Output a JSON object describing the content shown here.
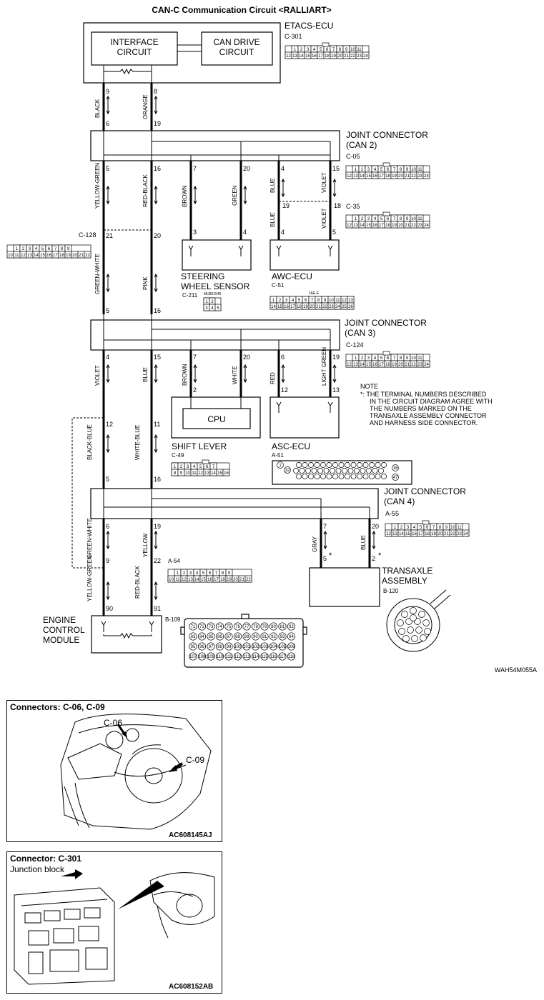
{
  "title": "CAN-C Communication Circuit <RALLIART>",
  "diagram_code": "WAH54M055A",
  "etacs": {
    "name": "ETACS-ECU",
    "connector": "C-301",
    "interface": [
      "INTERFACE",
      "CIRCUIT"
    ],
    "candrive": [
      "CAN DRIVE",
      "CIRCUIT"
    ],
    "pins": [
      "9",
      "8"
    ],
    "wire_left": "BLACK",
    "wire_right": "ORANGE",
    "pins_low": [
      "6",
      "19"
    ],
    "pins_top": [
      "1",
      "2",
      "3",
      "4",
      "5",
      "6",
      "7",
      "8",
      "9",
      "10",
      "11"
    ],
    "pins_bottom": [
      "12",
      "13",
      "14",
      "15",
      "16",
      "17",
      "18",
      "19",
      "20",
      "21",
      "22",
      "23",
      "24"
    ]
  },
  "jc2": {
    "name": [
      "JOINT CONNECTOR",
      "(CAN 2)"
    ],
    "connector": "C-05",
    "connector2": "C-35",
    "pins": [
      "5",
      "16",
      "7",
      "20",
      "4",
      "15"
    ],
    "pins_lower": [
      "19",
      "18"
    ],
    "wires": [
      "YELLOW-GREEN",
      "RED-BLACK",
      "BROWN",
      "GREEN",
      "BLUE",
      "VIOLET"
    ],
    "wires_lower": [
      "BLUE",
      "VIOLET"
    ],
    "pins_top": [
      "1",
      "2",
      "3",
      "4",
      "5",
      "6",
      "7",
      "8",
      "9",
      "10",
      "11"
    ],
    "pins_bottom": [
      "12",
      "13",
      "14",
      "15",
      "16",
      "17",
      "18",
      "19",
      "20",
      "21",
      "22",
      "23",
      "24"
    ]
  },
  "c128": {
    "name": "C-128",
    "pins": [
      "21",
      "20"
    ],
    "wires": [
      "GREEN-WHITE",
      "PINK"
    ],
    "pins_low": [
      "5",
      "16"
    ],
    "pins_top": [
      "1",
      "2",
      "3",
      "4",
      "5",
      "6",
      "7",
      "8",
      "9"
    ],
    "pins_bottom": [
      "10",
      "11",
      "12",
      "13",
      "14",
      "15",
      "16",
      "17",
      "18",
      "19",
      "20",
      "21",
      "22"
    ]
  },
  "steering": {
    "name": [
      "STEERING",
      "WHEEL SENSOR"
    ],
    "connector": "C-211",
    "part": "MU801545",
    "pins": [
      "3",
      "4"
    ],
    "cells": [
      "1",
      "2",
      "3",
      "4",
      "5"
    ]
  },
  "awc": {
    "name": "AWC-ECU",
    "connector": "C-51",
    "pins": [
      "4",
      "5"
    ],
    "label": "JAE-E",
    "pins_top": [
      "1",
      "2",
      "3",
      "4",
      "5",
      "6",
      "7",
      "8",
      "9",
      "10",
      "11",
      "12",
      "13"
    ],
    "pins_bottom": [
      "14",
      "15",
      "16",
      "17",
      "18",
      "19",
      "20",
      "21",
      "22",
      "23",
      "24",
      "25",
      "26"
    ]
  },
  "jc3": {
    "name": [
      "JOINT CONNECTOR",
      "(CAN 3)"
    ],
    "connector": "C-124",
    "pins": [
      "4",
      "15",
      "7",
      "20",
      "6",
      "19"
    ],
    "wires": [
      "VIOLET",
      "BLUE",
      "BROWN",
      "WHITE",
      "RED",
      "LIGHT GREEN"
    ]
  },
  "note": {
    "head": "NOTE",
    "lines": [
      "*: THE TERMINAL NUMBERS DESCRIBED",
      "IN THE CIRCUIT DIAGRAM AGREE WITH",
      "THE NUMBERS MARKED ON THE",
      "TRANSAXLE ASSEMBLY CONNECTOR",
      "AND HARNESS SIDE CONNECTOR."
    ]
  },
  "shift": {
    "name": "SHIFT LEVER",
    "cpu": "CPU",
    "connector": "C-49",
    "pins": [
      "2"
    ],
    "pins_top": [
      "1",
      "2",
      "3",
      "4",
      "5",
      "6",
      "7"
    ],
    "pins_bottom": [
      "8",
      "9",
      "10",
      "11",
      "12",
      "13",
      "14",
      "15",
      "16"
    ]
  },
  "asc": {
    "name": "ASC-ECU",
    "connector": "A-51",
    "pins": [
      "12",
      "13"
    ],
    "side_pins": [
      "1",
      "32",
      "16",
      "47"
    ]
  },
  "a54": {
    "pins_upper": [
      "12",
      "11"
    ],
    "wires": [
      "BLACK-BLUE",
      "WHITE-BLUE"
    ],
    "pins_upper_low": [
      "5",
      "16"
    ],
    "name": "A-54",
    "pins_lower": [
      "9",
      "22"
    ]
  },
  "jc4": {
    "name": [
      "JOINT CONNECTOR",
      "(CAN 4)"
    ],
    "connector": "A-55",
    "pins": [
      "6",
      "19",
      "7",
      "20"
    ],
    "wires": [
      "GREEN-WHITE",
      "YELLOW",
      "GRAY",
      "BLUE"
    ]
  },
  "transaxle": {
    "name": [
      "TRANSAXLE",
      "ASSEMBLY"
    ],
    "connector": "B-120",
    "pins": [
      "5",
      "2"
    ],
    "star": "*"
  },
  "ecm": {
    "name": [
      "ENGINE",
      "CONTROL",
      "MODULE"
    ],
    "connector": "B-109",
    "pins": [
      "90",
      "91"
    ],
    "wires": [
      "YELLOW-GREEN",
      "RED-BLACK"
    ]
  },
  "panel1": {
    "title": "Connectors: C-06, C-09",
    "label1": "C-06",
    "label2": "C-09",
    "code": "AC608145AJ"
  },
  "panel2": {
    "title": "Connector: C-301",
    "subtitle": "Junction block",
    "code": "AC608152AB"
  }
}
